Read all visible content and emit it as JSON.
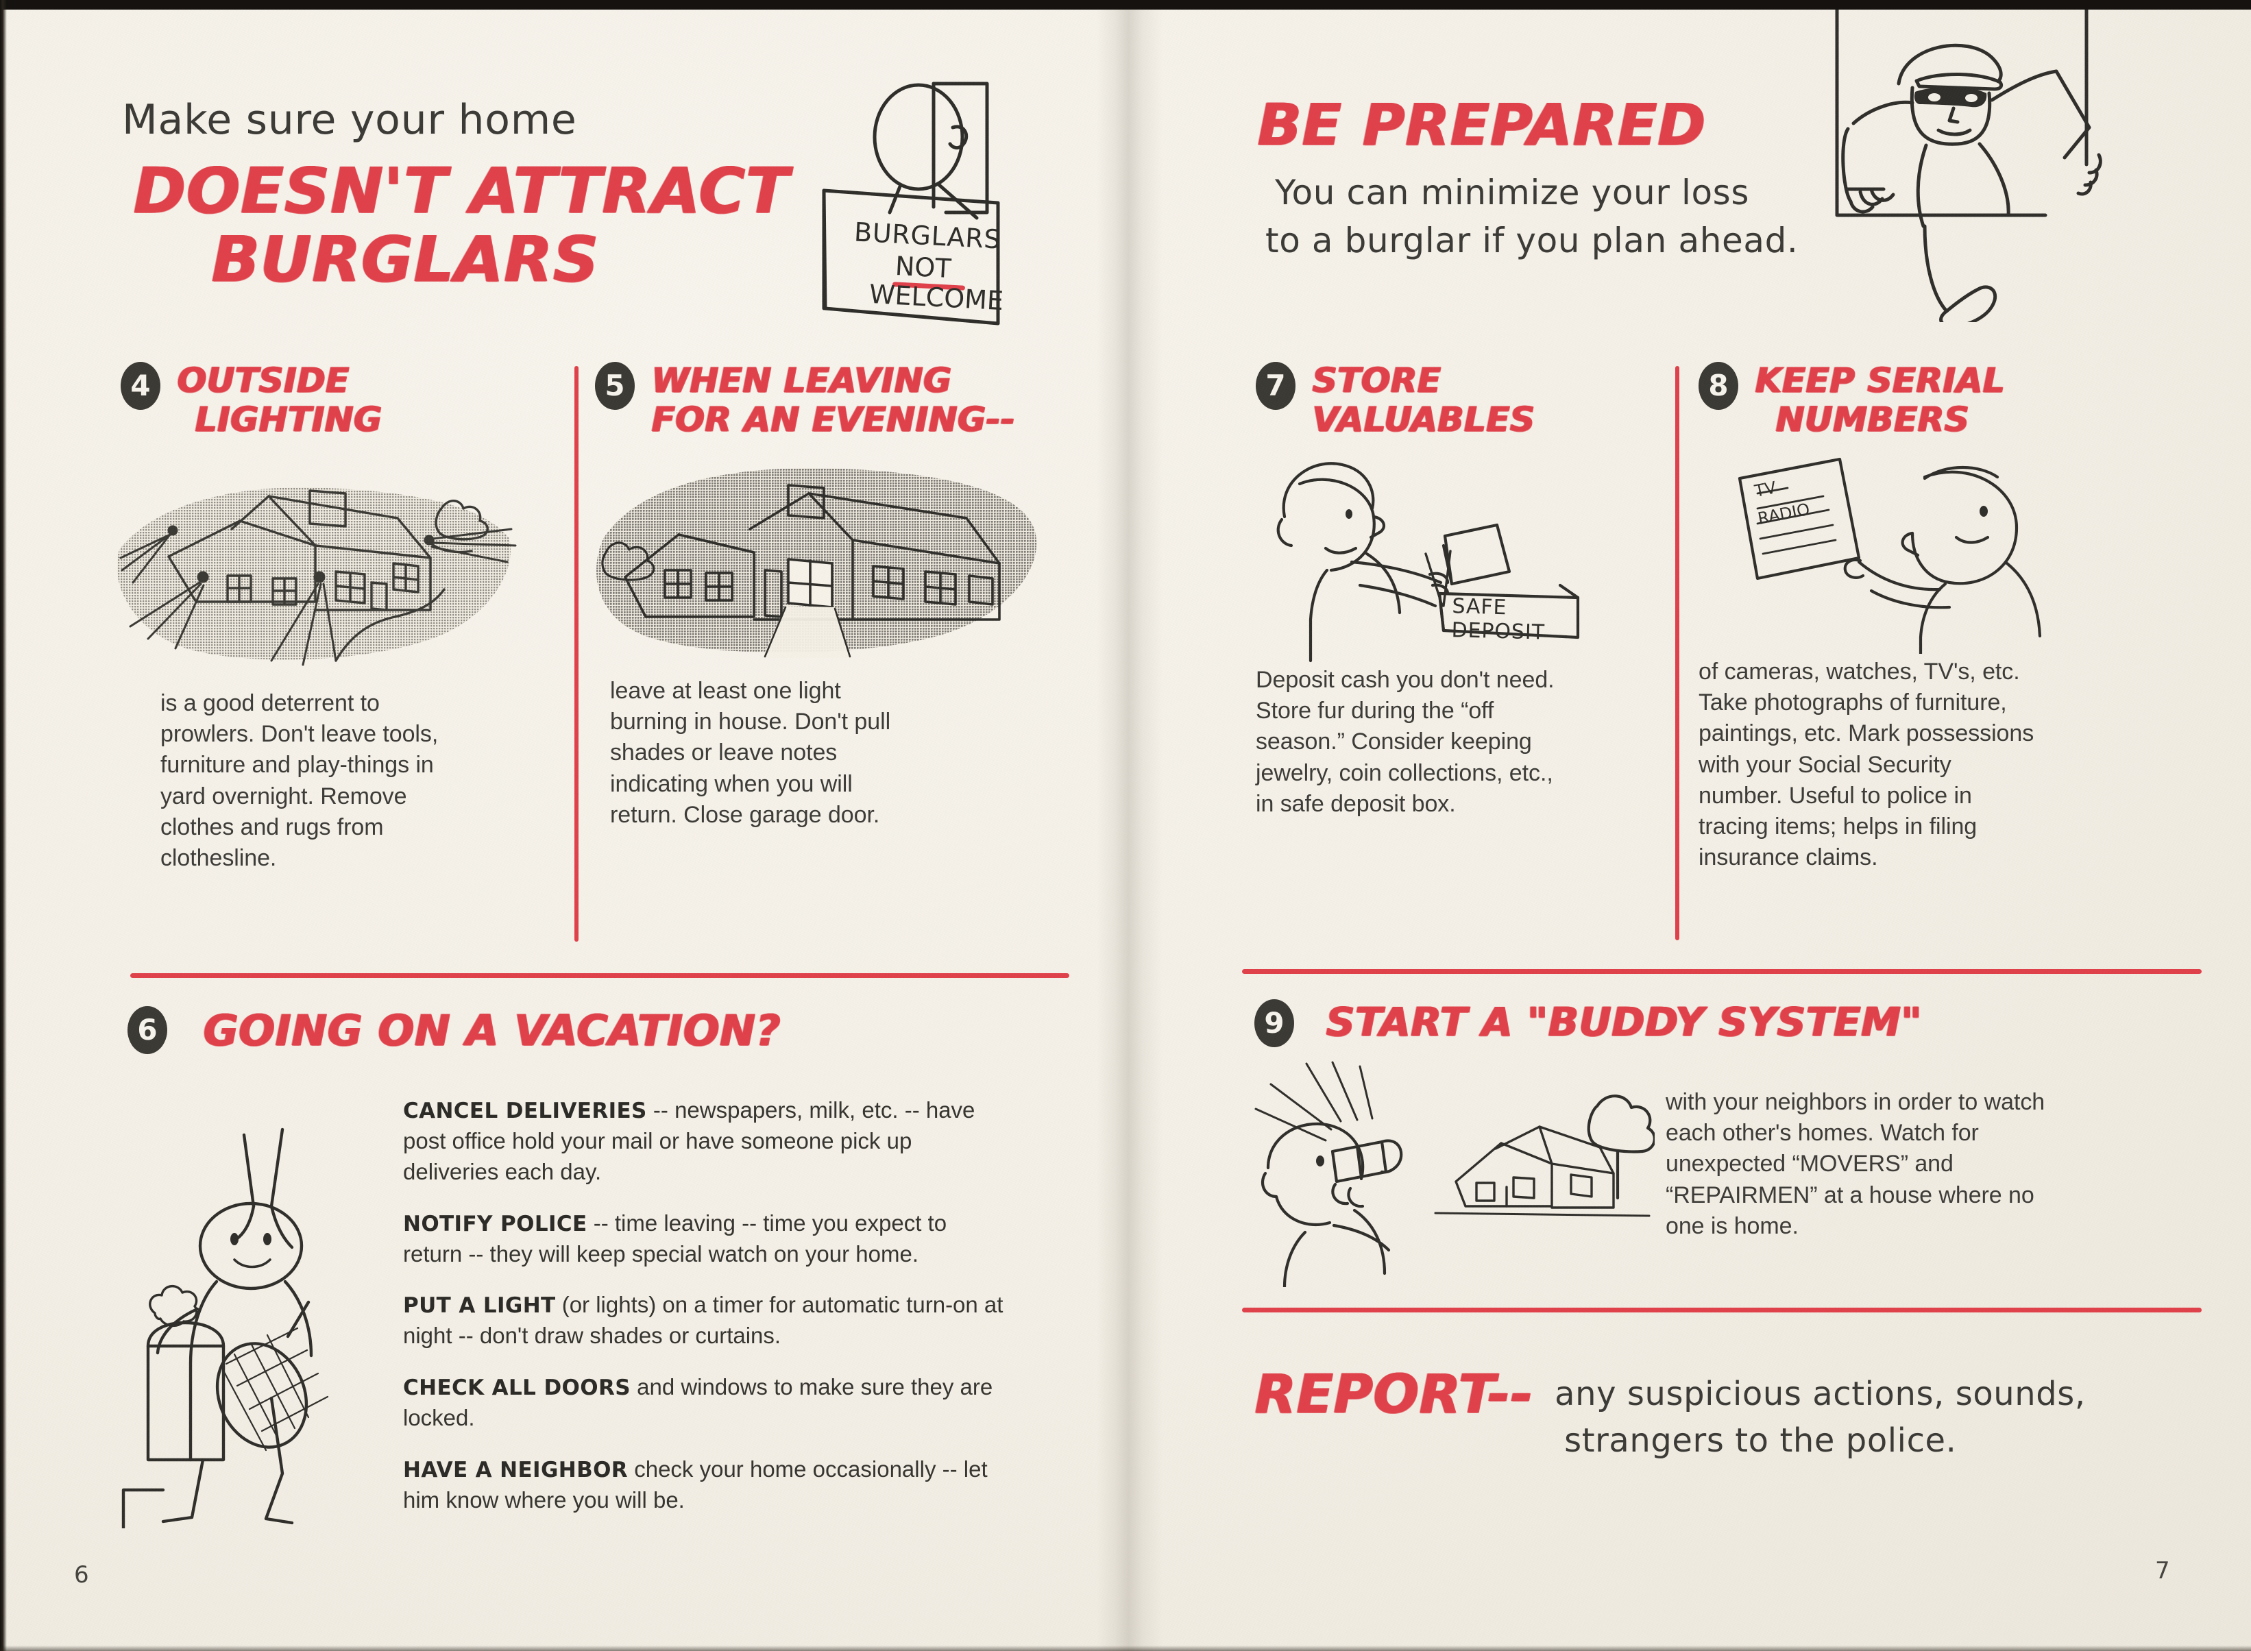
{
  "colors": {
    "accent_red": "#e0404a",
    "ink": "#3c3b37",
    "paper": "#f3efe6",
    "badge": "#3a3934"
  },
  "left_page": {
    "page_number": "6",
    "intro": {
      "line1": "Make sure your home",
      "headline_line1": "DOESN'T ATTRACT",
      "headline_line2": "BURGLARS"
    },
    "sign_illustration": {
      "name": "burglars-not-welcome-sign",
      "line1": "BURGLARS",
      "line2": "NOT",
      "line3": "WELCOME"
    },
    "sections": [
      {
        "number": "4",
        "title_line1": "OUTSIDE",
        "title_line2": "LIGHTING",
        "illustration": "house-with-floodlights",
        "body": "is a good deterrent to prowlers.  Don't leave tools, furniture and play-things in yard overnight.  Remove clothes and rugs from clothesline."
      },
      {
        "number": "5",
        "title_line1": "WHEN LEAVING",
        "title_line2": "FOR AN EVENING--",
        "illustration": "house-at-night-one-light",
        "body": "leave at least one light burning in house.  Don't pull shades or leave notes indicating when you will return.  Close garage door."
      }
    ],
    "vacation_section": {
      "number": "6",
      "title": "GOING ON A VACATION?",
      "illustration": "traveler-with-luggage-and-tennis-racket",
      "items": [
        {
          "lead": "CANCEL DELIVERIES",
          "text": " -- newspapers, milk, etc. -- have post office hold your mail or have someone pick up deliveries each day."
        },
        {
          "lead": "NOTIFY POLICE",
          "text": " -- time leaving -- time you expect to return -- they will keep special watch on your home."
        },
        {
          "lead": "PUT A LIGHT",
          "text": " (or lights) on a timer for automatic turn-on at night -- don't draw shades or curtains."
        },
        {
          "lead": "CHECK ALL DOORS",
          "text": " and windows to make sure they are locked."
        },
        {
          "lead": "HAVE A NEIGHBOR",
          "text": " check your home occasionally -- let him know where you will be."
        }
      ]
    }
  },
  "right_page": {
    "page_number": "7",
    "intro": {
      "headline": "BE PREPARED",
      "note_line1": "You can minimize your loss",
      "note_line2": "to a burglar if you plan ahead."
    },
    "burglar_illustration": "masked-burglar-climbing-through-window",
    "sections": [
      {
        "number": "7",
        "title_line1": "STORE",
        "title_line2": "VALUABLES",
        "illustration": "woman-placing-items-in-safe-deposit-box",
        "illustration_label": "SAFE DEPOSIT",
        "body": "Deposit cash you don't need.  Store fur during the “off season.”  Consider keeping jewelry, coin collections, etc., in safe deposit box."
      },
      {
        "number": "8",
        "title_line1": "KEEP SERIAL",
        "title_line2": "NUMBERS",
        "illustration": "man-reading-serial-number-list",
        "illustration_label_line1": "TV",
        "illustration_label_line2": "RADIO",
        "body": "of cameras, watches, TV's, etc.  Take photographs of furniture, paintings, etc. Mark possessions with your Social Security number.  Useful to police in tracing items; helps in filing insurance claims."
      }
    ],
    "buddy_section": {
      "number": "9",
      "title": "START A \"BUDDY SYSTEM\"",
      "illustration": "neighbor-watching-house-with-binoculars",
      "body": "with your neighbors in order to watch each other's homes.  Watch for unexpected “MOVERS” and “REPAIRMEN” at a house where no one is home."
    },
    "report": {
      "headline": "REPORT--",
      "note_line1": "any suspicious actions, sounds,",
      "note_line2": "strangers to the police."
    }
  }
}
